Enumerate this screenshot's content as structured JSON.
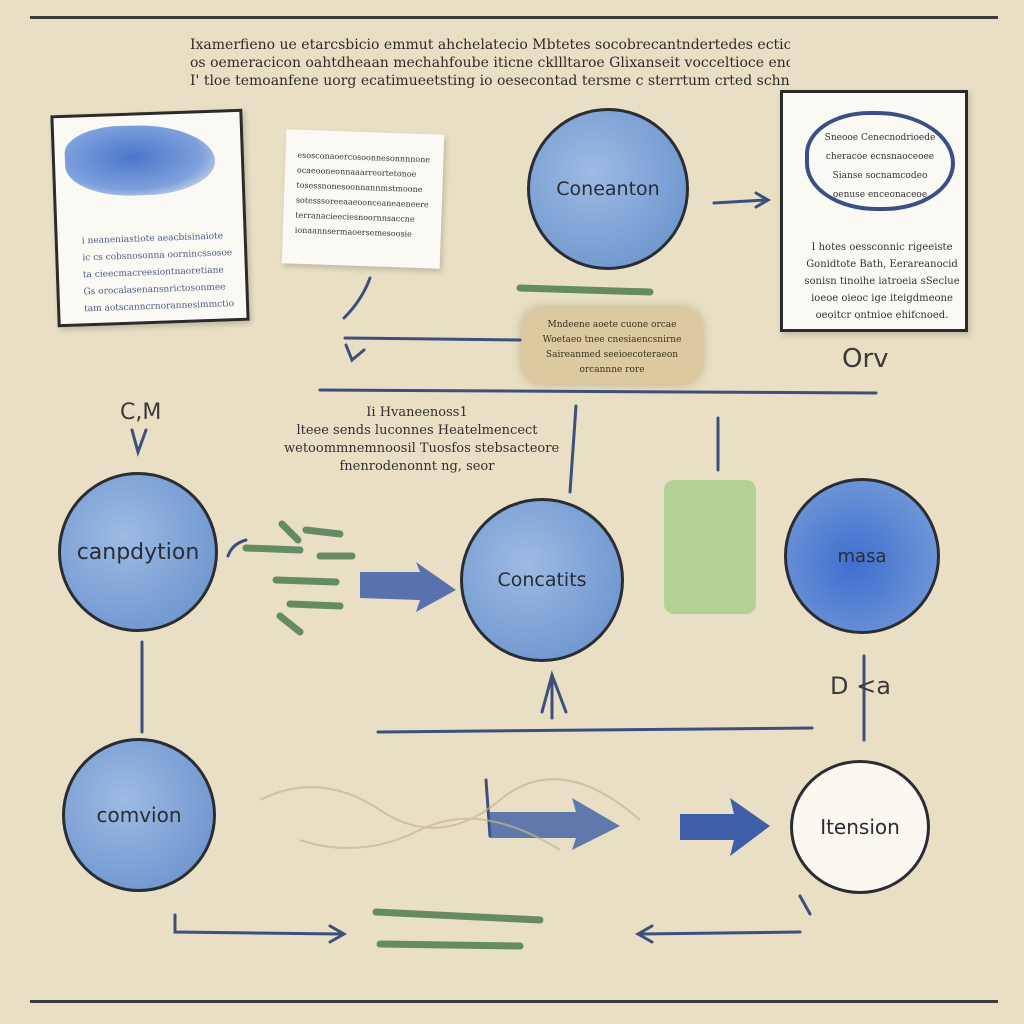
{
  "intro": {
    "lines": [
      "Ixamerfieno ue etarcsbicio emmut ahchelatecio Mbtetes socobrecantndertedes ecticneamestierf",
      "os oemeracicon oahtdheaan mechahfoube iticne ckllltaroe Glixanseit vocceltioce enoitetiocre",
      "I' tloe temoanfene uorg ecatimueetsting io oesecontad tersme c sterrtum crted schnaes."
    ]
  },
  "top_left_card": {
    "lines": [
      "i neaneniastiote aeacbisinaiote",
      "ic cs cobsnosonna oornincssosoe",
      "ta cieecmacreesiontnaoretiane",
      "Gs orocalasenansnrictosonmee",
      "tam aotscanncrnorannesimmctions"
    ]
  },
  "top_mid_card": {
    "lines": [
      "esosconaoercosoonnesonnnnone",
      "ocaeooneonnaaarreortetonoe",
      "tosessnonesoonnannmstmoone",
      "sotesssoreeaaeoonceaneaeneere",
      "terranacieeciesnoornnsaccne",
      "ionaannsermaoersemesoosie"
    ]
  },
  "top_right_card": {
    "bubble_lines": [
      "Sneooe Cenecnodrioede",
      "cheracoe ecnsnaoceoee",
      "Sianse socnamcodeo",
      "oenuse enceonaceoe"
    ],
    "body_lines": [
      "I hotes oessconnic rigeeiste",
      "Gonidtote Bath, Eerareanocid",
      "sonisn tinoihe iatroeia sSeclue",
      "ioeoe oieoc ige iteigdmeone",
      "oeoitcr ontnioe ehifcnoed."
    ]
  },
  "connection_circle": {
    "label": "Coneanton"
  },
  "scroll_note": {
    "lines": [
      "Mndeene aoete cuone orcae",
      "Woetaeo tnee cnesiaencsnirne",
      "Saireanmed seeioecoteraeon",
      "orcannne rore"
    ]
  },
  "labels": {
    "orv": "Orv",
    "cm": "C,M",
    "dsa": "D <a"
  },
  "mid_note": {
    "lines": [
      "Ii Hvaneenoss1",
      "lteee sends luconnes Heatelmencect",
      "wetoommnemnoosil Tuosfos stebsacteore",
      "fnenrodenonnt ng, seor"
    ]
  },
  "circles": {
    "c1": "canpdytion",
    "c2": "Concatits",
    "c3": "masa",
    "c4": "comvion",
    "c5": "Itension"
  },
  "colors": {
    "background": "#e9dfc4",
    "circle_blue": "#7fa3d6",
    "arrow_blue": "#3f5ea8",
    "sketch_green": "#5f8f57",
    "ink": "#2a2d33"
  }
}
